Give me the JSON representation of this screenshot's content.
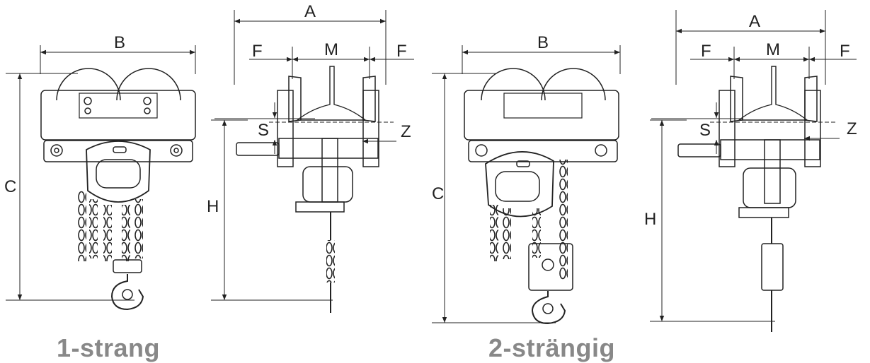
{
  "dimension_labels": {
    "A": "A",
    "B": "B",
    "C": "C",
    "F": "F",
    "M": "M",
    "S": "S",
    "Z": "Z",
    "H": "H"
  },
  "captions": {
    "single": "1-strang",
    "double": "2-strängig"
  }
}
